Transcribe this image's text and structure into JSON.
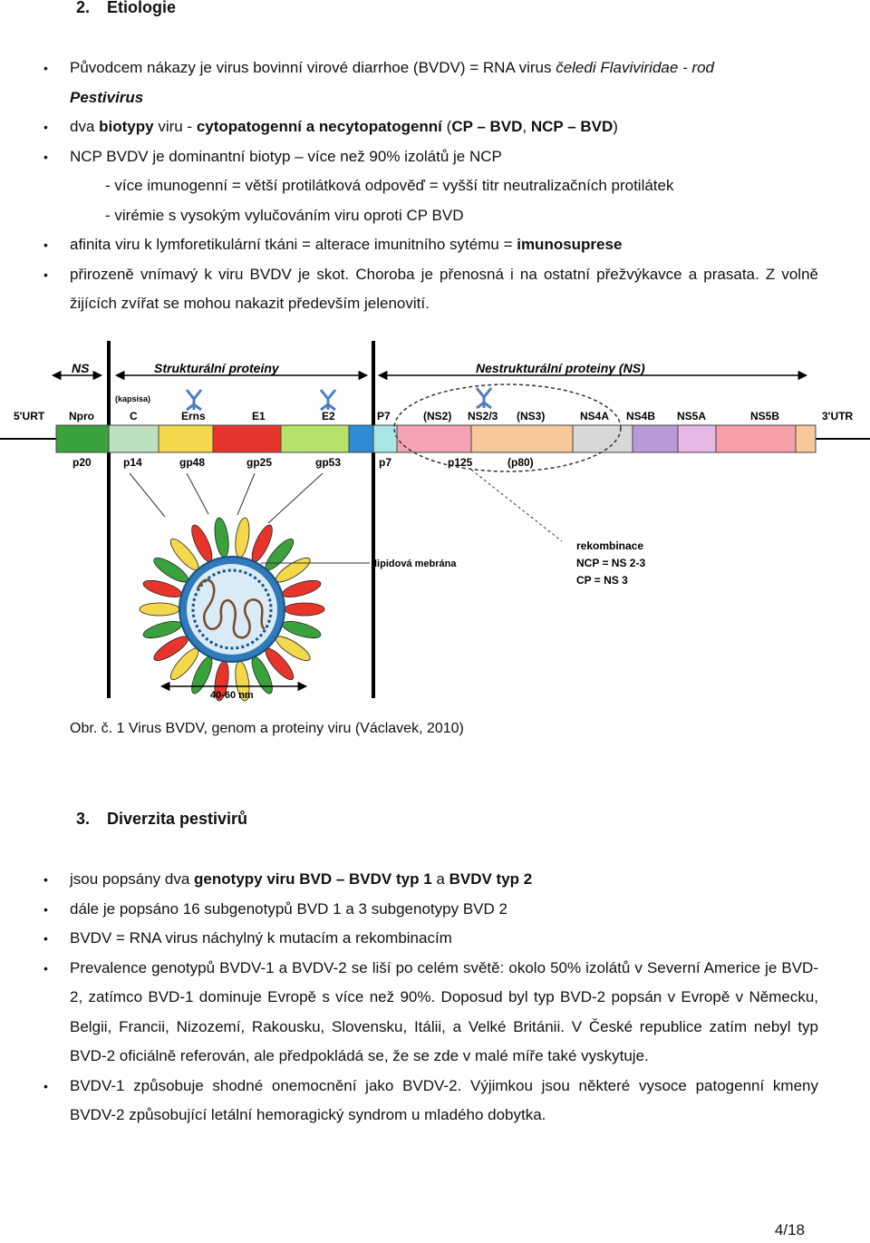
{
  "section2": {
    "number": "2.",
    "title": "Etiologie",
    "b1_a": "Původcem nákazy je virus bovinní virové diarrhoe (BVDV) = RNA virus ",
    "b1_b": "čeledi Flaviviridae - rod",
    "b1_c": "Pestivirus",
    "b2_a": "dva ",
    "b2_b": "biotypy",
    "b2_c": " viru - ",
    "b2_d": "cytopatogenní a necytopatogenní",
    "b2_e": " (",
    "b2_f": "CP – BVD",
    "b2_g": ", ",
    "b2_h": "NCP – BVD",
    "b2_i": ")",
    "b3": "NCP BVDV je dominantní biotyp – více než 90% izolátů je NCP",
    "s1": "- více imunogenní = větší protilátková odpověď = vyšší titr neutralizačních protilátek",
    "s2": "- virémie s vysokým vylučováním viru oproti CP BVD",
    "b4_a": "afinita viru k lymforetikulární tkáni = alterace imunitního sytému = ",
    "b4_b": "imunosuprese",
    "b5": "přirozeně vnímavý k viru BVDV je skot. Choroba je přenosná i na ostatní přežvýkavce a prasata. Z volně žijících zvířat se mohou nakazit především jelenovití."
  },
  "figure": {
    "ns": "NS",
    "structural": "Strukturální proteiny",
    "nonstructural": "Nestrukturální proteiny (NS)",
    "kapsida": "(kapsisa)",
    "utr5": "5'URT",
    "utr3": "3'UTR",
    "genes": [
      "Npro",
      "C",
      "Erns",
      "E1",
      "E2",
      "P7",
      "(NS2)",
      "NS2/3",
      "(NS3)",
      "NS4A",
      "NS4B",
      "NS5A",
      "NS5B"
    ],
    "proteins": [
      "p20",
      "p14",
      "gp48",
      "gp25",
      "gp53",
      "p7",
      "p125",
      "(p80)"
    ],
    "rekombinace": "rekombinace",
    "ncp": "NCP = NS 2-3",
    "cp": "CP = NS 3",
    "membrane": "lipidová mebrána",
    "size": "40-60 nm",
    "colors": [
      "#3aa23a",
      "#bfe0bf",
      "#f2d84a",
      "#e8352c",
      "#b8e36a",
      "#2e8bd6",
      "#a8e6e6",
      "#f5a3b2",
      "#f7c89a",
      "#d8d8d8",
      "#b89ad6",
      "#e6b8e6",
      "#f5a0a8",
      "#f7c89a",
      "#9fd08a"
    ]
  },
  "caption": "Obr. č. 1 Virus BVDV, genom a proteiny viru (Václavek, 2010)",
  "section3": {
    "number": "3.",
    "title": "Diverzita pestivirů",
    "c1_a": "jsou popsány dva ",
    "c1_b": "genotypy viru BVD – BVDV typ 1",
    "c1_c": " a ",
    "c1_d": "BVDV typ 2",
    "c2": "dále je popsáno 16 subgenotypů BVD 1 a 3 subgenotypy BVD 2",
    "c3": "BVDV = RNA virus náchylný k mutacím a rekombinacím",
    "c4": "Prevalence genotypů BVDV-1 a BVDV-2 se liší po celém světě: okolo 50% izolátů v Severní Americe je BVD-2, zatímco BVD-1 dominuje Evropě s více než 90%. Doposud byl typ BVD-2 popsán v Evropě v Německu, Belgii, Francii, Nizozemí, Rakousku, Slovensku, Itálii, a Velké Británii. V České republice zatím nebyl typ BVD-2 oficiálně referován, ale předpokládá se, že se zde v malé míře také vyskytuje.",
    "c5": "BVDV-1 způsobuje shodné onemocnění jako BVDV-2. Výjimkou jsou některé vysoce patogenní kmeny BVDV-2 způsobující letální hemoragický syndrom u mladého dobytka."
  },
  "page": "4/18"
}
